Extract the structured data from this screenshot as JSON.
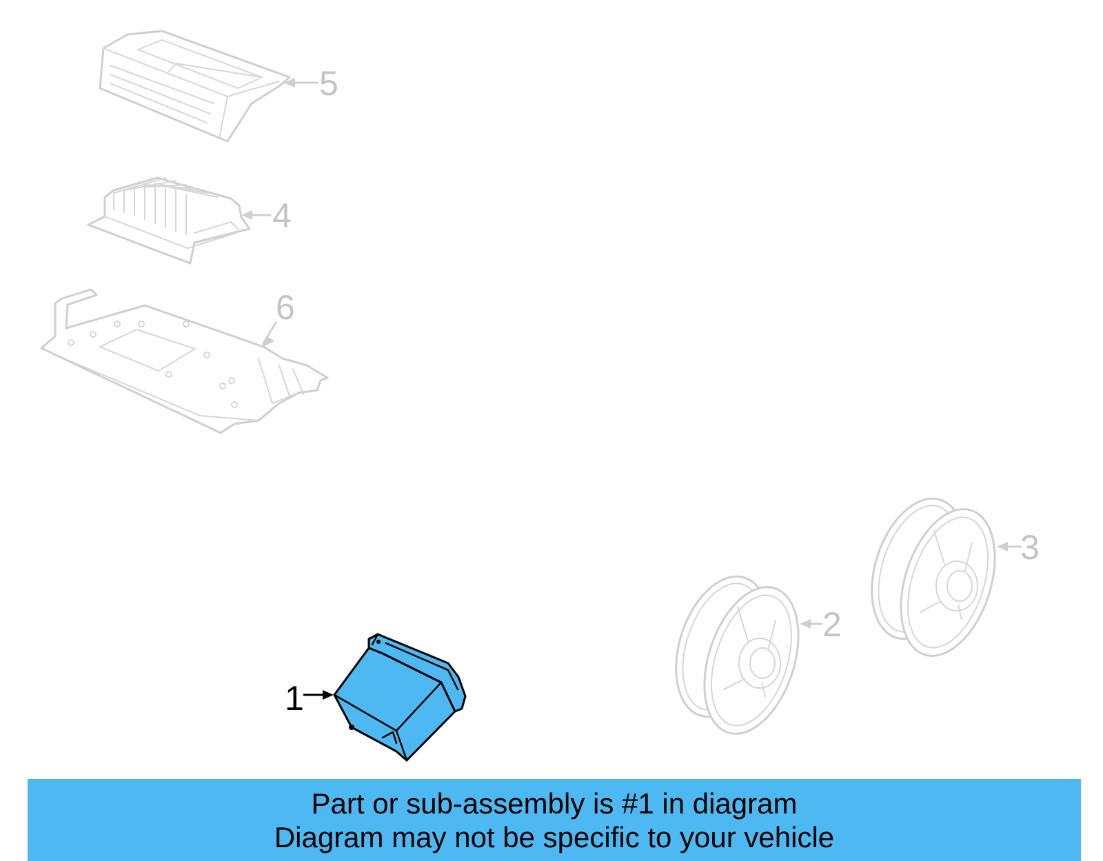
{
  "colors": {
    "highlight": "#4db8f2",
    "ghost_line": "#cfcfcf",
    "callout_inactive": "#c4c4c4",
    "callout_active": "#000000"
  },
  "callouts": {
    "part_1": "1",
    "part_2": "2",
    "part_3": "3",
    "part_4": "4",
    "part_5": "5",
    "part_6": "6"
  },
  "highlighted_part": "1",
  "banner": {
    "line1": "Part or sub-assembly is #1 in diagram",
    "line2": "Diagram may not be specific to your vehicle"
  }
}
